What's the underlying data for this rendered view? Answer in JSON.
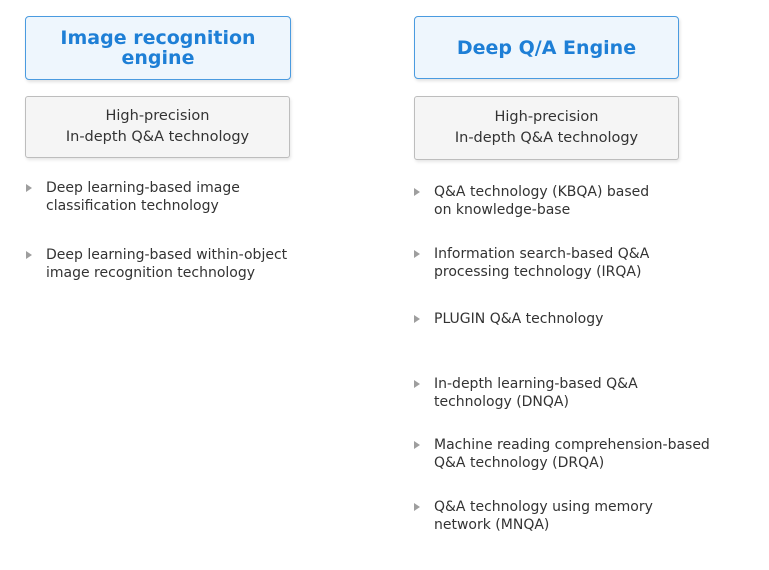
{
  "left": {
    "engine_title": "Image recognition\nengine",
    "tech_title": "High-precision\nIn-depth Q&A technology",
    "items": [
      "Deep learning-based image\nclassification technology",
      "Deep learning-based within-object\nimage recognition technology"
    ]
  },
  "right": {
    "engine_title": "Deep Q/A Engine",
    "tech_title": "High-precision\nIn-depth Q&A technology",
    "items": [
      "Q&A technology (KBQA) based\non knowledge-base",
      "Information search-based Q&A\nprocessing technology (IRQA)",
      "PLUGIN Q&A technology",
      "In-depth learning-based Q&A\ntechnology (DNQA)",
      "Machine reading comprehension-based\nQ&A technology (DRQA)",
      "Q&A technology using memory\nnetwork (MNQA)"
    ]
  },
  "colors": {
    "engine_border": "#4a9be0",
    "engine_text": "#1e7fd6",
    "engine_fill": "#eef6fd",
    "tech_border": "#bdbdbd",
    "tech_fill": "#f5f5f5",
    "bullet": "#9e9e9e"
  }
}
